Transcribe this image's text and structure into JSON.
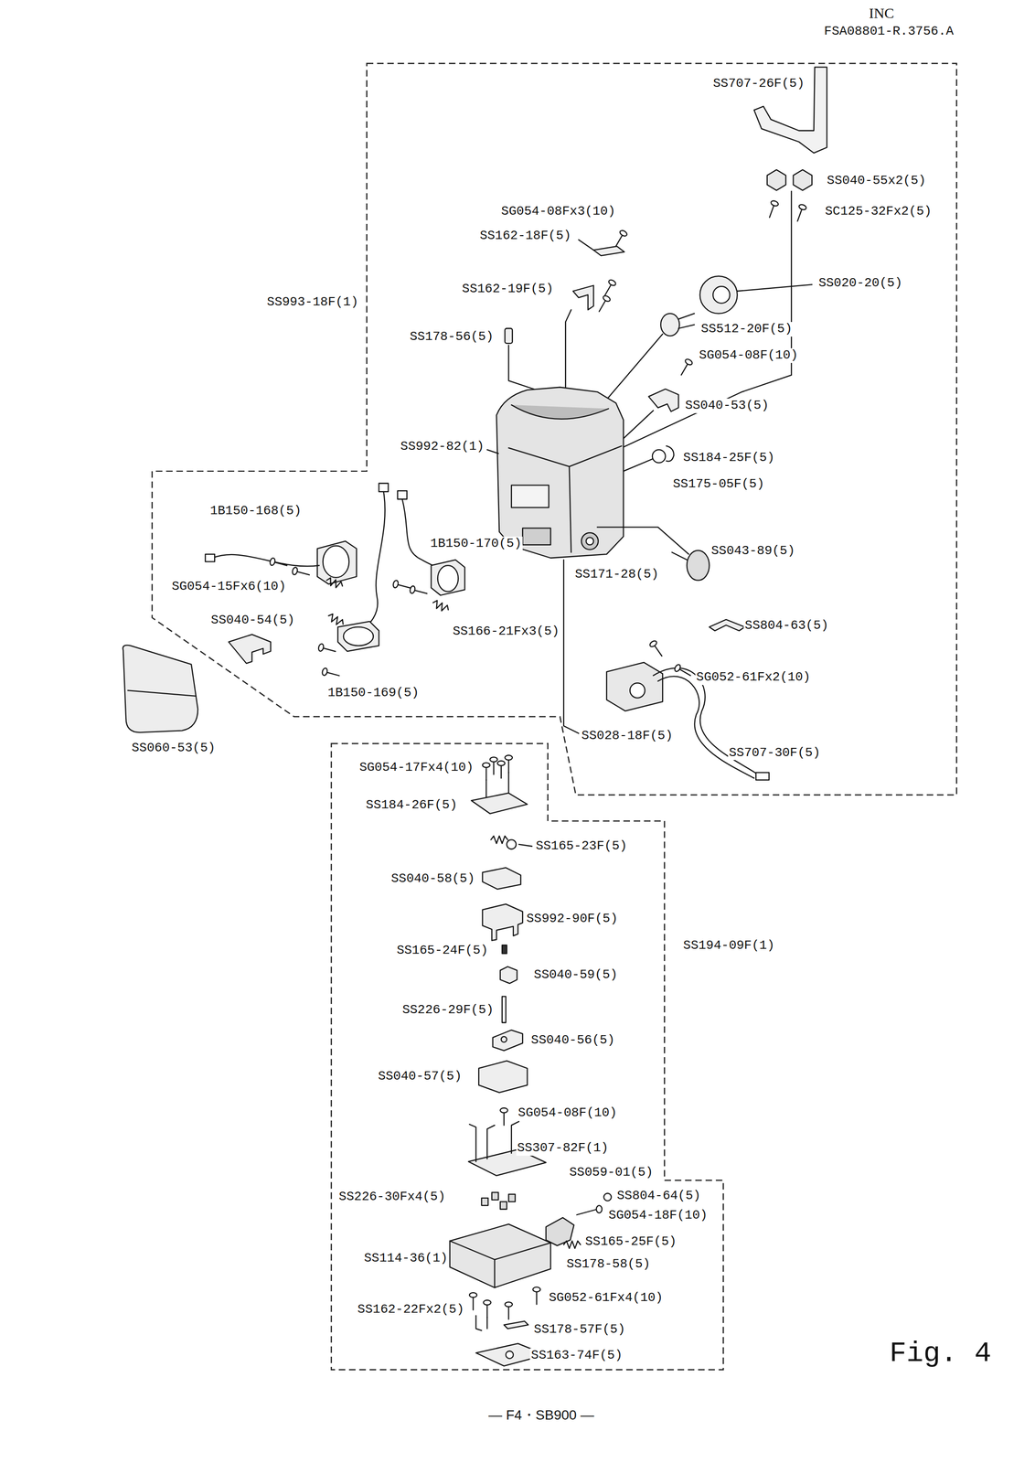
{
  "diagram": {
    "caption": "Fig. 4",
    "labels": [
      "INC",
      "FSA08801-R.3756.A",
      "SS707-26F(5)",
      "SS040-55x2(5)",
      "SC125-32Fx2(5)",
      "SG054-08Fx3(10)",
      "SS162-18F(5)",
      "SS162-19F(5)",
      "SS020-20(5)",
      "SS993-18F(1)",
      "SS178-56(5)",
      "SS512-20F(5)",
      "SG054-08F(10)",
      "SS040-53(5)",
      "SS992-82(1)",
      "SS184-25F(5)",
      "SS175-05F(5)",
      "1B150-168(5)",
      "1B150-170(5)",
      "SS043-89(5)",
      "SS171-28(5)",
      "SG054-15Fx6(10)",
      "SS040-54(5)",
      "SS804-63(5)",
      "SS166-21Fx3(5)",
      "SG052-61Fx2(10)",
      "1B150-169(5)",
      "SS060-53(5)",
      "SS028-18F(5)",
      "SS707-30F(5)",
      "SG054-17Fx4(10)",
      "SS184-26F(5)",
      "SS165-23F(5)",
      "SS040-58(5)",
      "SS992-90F(5)",
      "SS194-09F(1)",
      "SS165-24F(5)",
      "SS040-59(5)",
      "SS226-29F(5)",
      "SS040-56(5)",
      "SS040-57(5)",
      "SG054-08F(10)",
      "SS307-82F(1)",
      "SS059-01(5)",
      "SS226-30Fx4(5)",
      "SS804-64(5)",
      "SG054-18F(10)",
      "SS165-25F(5)",
      "SS114-36(1)",
      "SS178-58(5)",
      "SG052-61Fx4(10)",
      "SS162-22Fx2(5)",
      "SS178-57F(5)",
      "SS163-74F(5)",
      "— F4・SB900 —"
    ]
  }
}
